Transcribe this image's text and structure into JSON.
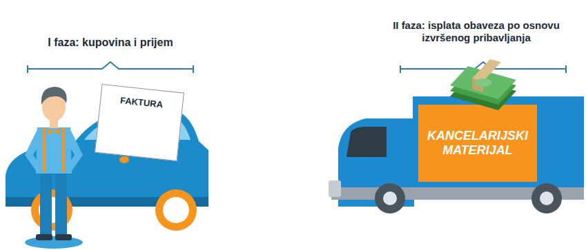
{
  "diagram": {
    "nodes": [
      {
        "text": [
          "FAKTURA"
        ]
      },
      {
        "text": [
          "KANCELARIJSKI MATERIJAL"
        ]
      }
    ],
    "labels": [
      "I faza: kupovina i prijem",
      "II faza: isplata obaveza po osnovu izvršenog pribavljanja"
    ]
  }
}
